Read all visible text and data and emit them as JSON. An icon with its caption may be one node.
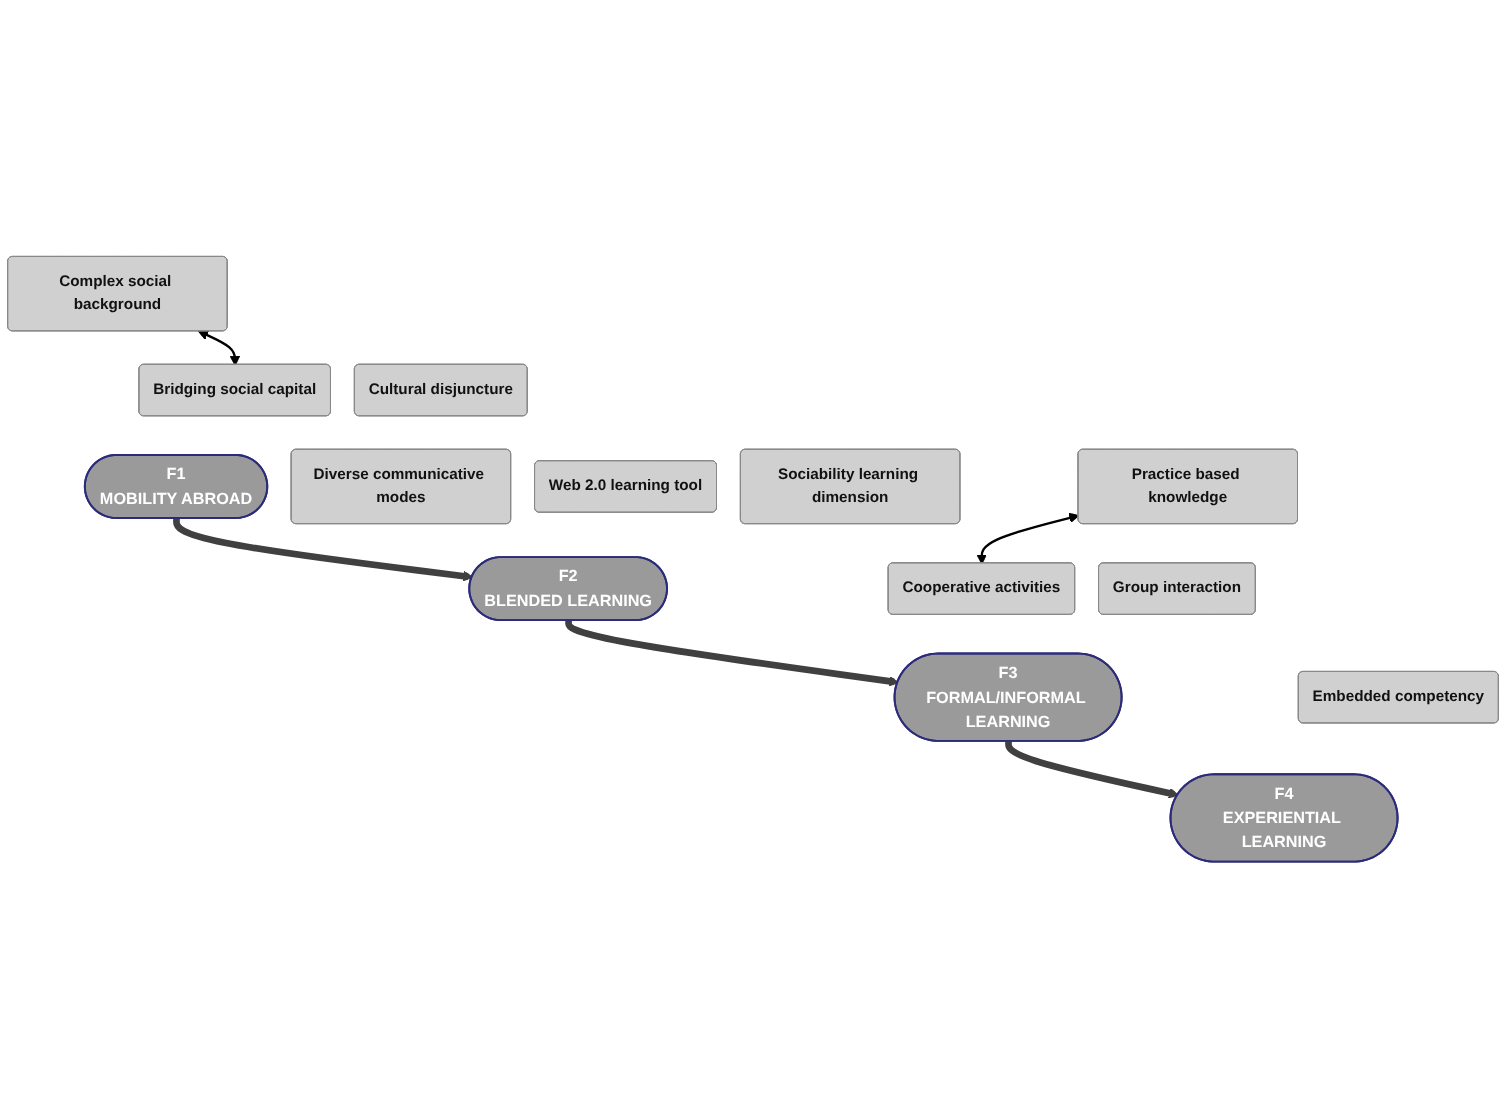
{
  "diagram": {
    "nodes": [
      {
        "text": [
          "Complex social background"
        ]
      },
      {
        "text": [
          "Bridging social capital"
        ]
      },
      {
        "text": [
          "Cultural disjuncture"
        ]
      },
      {
        "text": [
          "F1",
          "MOBILITY ABROAD"
        ]
      },
      {
        "text": [
          "Diverse communicative modes"
        ]
      },
      {
        "text": [
          "Web 2.0 learning tool"
        ]
      },
      {
        "text": [
          "Sociability learning dimension"
        ]
      },
      {
        "text": [
          "F2",
          "BLENDED LEARNING"
        ]
      },
      {
        "text": [
          "Cooperative activities"
        ]
      },
      {
        "text": [
          "Group interaction"
        ]
      },
      {
        "text": [
          "F3",
          "FORMAL/INFORMAL LEARNING"
        ]
      },
      {
        "text": [
          "Practice based knowledge"
        ]
      },
      {
        "text": [
          "Embedded competency"
        ]
      },
      {
        "text": [
          "F4",
          "EXPERIENTIAL LEARNING"
        ]
      }
    ],
    "edges": [
      {
        "from": 1,
        "to": 0,
        "arrow": "both",
        "color": "#000000"
      },
      {
        "from": 3,
        "to": 7,
        "arrow": "to"
      },
      {
        "from": 7,
        "to": 10,
        "arrow": "to"
      },
      {
        "from": 8,
        "to": 11,
        "arrow": "both",
        "color": "#000000"
      },
      {
        "from": 10,
        "to": 13,
        "arrow": "to"
      }
    ]
  }
}
